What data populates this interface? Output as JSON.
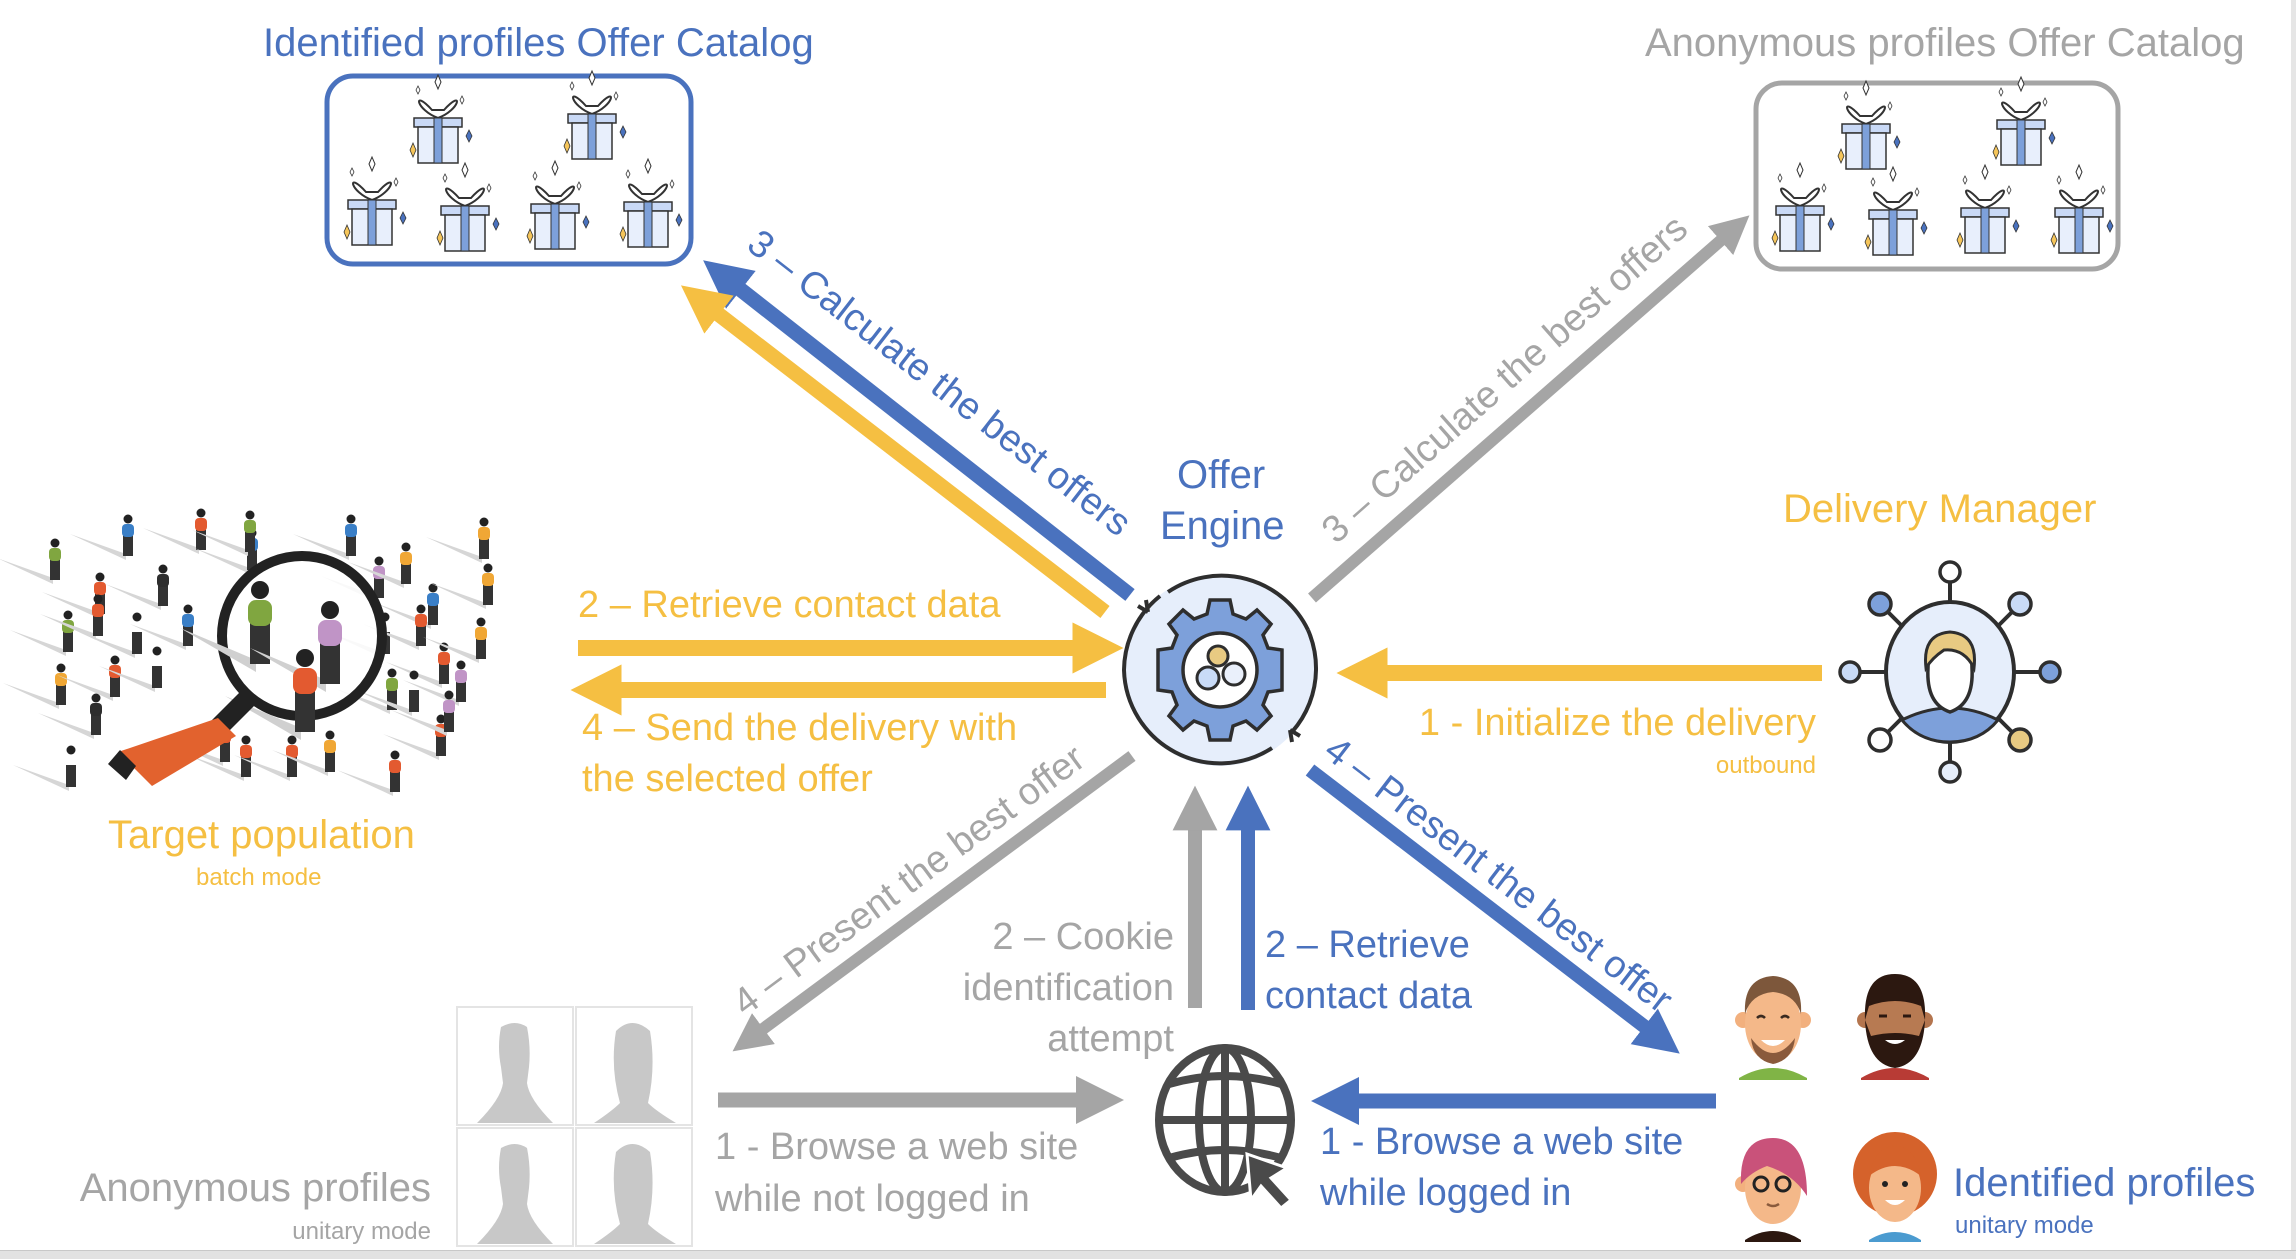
{
  "colors": {
    "blue": "#4a72be",
    "yellow": "#f5bf42",
    "grey": "#a5a5a5",
    "dark": "#333333",
    "light_blue_fill": "#e6eefb",
    "gear_blue": "#7da0da"
  },
  "catalogs": {
    "identified": {
      "title": "Identified profiles Offer Catalog",
      "gift_count": 6,
      "icon": "gift-icon"
    },
    "anonymous": {
      "title": "Anonymous profiles Offer Catalog",
      "gift_count": 6,
      "icon": "gift-icon"
    }
  },
  "engine": {
    "line1": "Offer",
    "line2": "Engine",
    "icon": "gear-cycle-icon"
  },
  "delivery_manager": {
    "title": "Delivery Manager",
    "icon": "user-network-icon"
  },
  "target_population": {
    "title": "Target population",
    "subtitle": "batch mode",
    "icon": "crowd-magnifier-icon"
  },
  "anonymous_profiles": {
    "title": "Anonymous profiles",
    "subtitle": "unitary mode",
    "icon": "silhouette-avatars-icon"
  },
  "identified_profiles": {
    "title": "Identified profiles",
    "subtitle": "unitary mode",
    "icon": "cartoon-avatars-icon"
  },
  "website": {
    "icon": "globe-cursor-icon"
  },
  "flows": {
    "calc_identified": "3 – Calculate  the best offers",
    "calc_anonymous": "3 – Calculate  the best offers",
    "retrieve_contact_batch": "2 – Retrieve contact data",
    "send_delivery_line1": "4 – Send the delivery with",
    "send_delivery_line2": "the selected offer",
    "init_delivery": "1 - Initialize the delivery",
    "init_delivery_sub": "outbound",
    "present_anonymous": "4 – Present  the best offer",
    "present_identified": "4 – Present  the best offer",
    "cookie_line1": "2 – Cookie",
    "cookie_line2": "identification",
    "cookie_line3": "attempt",
    "retrieve_unitary_line1": "2 – Retrieve",
    "retrieve_unitary_line2": "contact data",
    "browse_anon_line1": "1 -  Browse a web site",
    "browse_anon_line2": "while not logged in",
    "browse_ident_line1": "1 - Browse a web site",
    "browse_ident_line2": "while logged in"
  }
}
